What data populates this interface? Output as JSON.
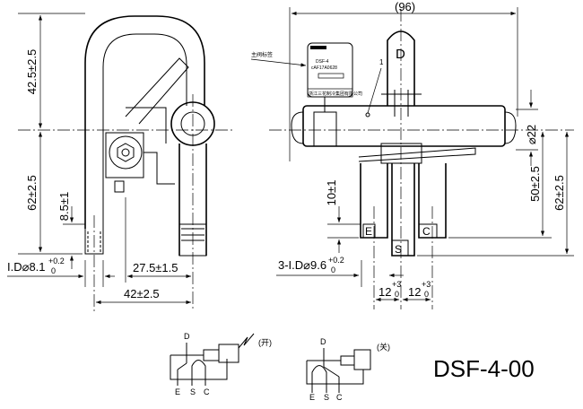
{
  "left_view": {
    "dim_top": "42.5±2.5",
    "dim_mid": "62±2.5",
    "dim_small": "8.5±1",
    "id_label": "I.D⌀8.1",
    "id_tol_upper": "+0.2",
    "id_tol_lower": "0",
    "dim_horiz_1": "27.5±1.5",
    "dim_horiz_2": "42±2.5"
  },
  "right_view": {
    "dim_width": "(96)",
    "dim_diameter": "⌀22",
    "dim_50": "50±2.5",
    "dim_62": "62±2.5",
    "dim_10": "10±1",
    "id_label": "3-I.D⌀9.6",
    "id_tol_upper": "+0.2",
    "id_tol_lower": "0",
    "spacing_1": "12",
    "spacing_2": "12",
    "spacing_tol_upper": "+3",
    "spacing_tol_lower": "0",
    "port_d": "D",
    "port_e": "E",
    "port_s": "S",
    "port_c": "C",
    "nameplate_callout": "主阀标签",
    "nameplate_model": "DSF-4",
    "nameplate_code": "cAF17A0628",
    "nameplate_maker": "浙江三花制冷集团有限公司",
    "balloon": "1"
  },
  "schematics": [
    {
      "state": "(开)",
      "d": "D",
      "e": "E",
      "s": "S",
      "c": "C"
    },
    {
      "state": "(关)",
      "d": "D",
      "e": "E",
      "s": "S",
      "c": "C"
    }
  ],
  "model": "DSF-4-00"
}
